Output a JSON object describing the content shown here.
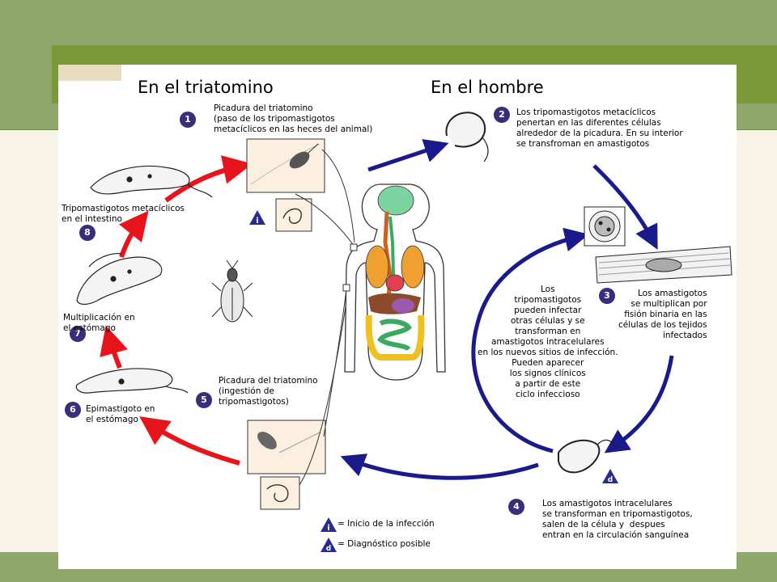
{
  "headings": {
    "triatomine": "En el triatomino",
    "human": "En el hombre"
  },
  "steps": [
    {
      "number": "1",
      "text": "Picadura del triatomino\n(paso de los tripomastigotos\nmetacíclicos en las heces del animal)"
    },
    {
      "number": "2",
      "text": "Los tripomastigotos metacíclicos\npenertan en las diferentes células\nalrededor de la picadura. En su interior\nse transfroman en amastigotos"
    },
    {
      "number": "3",
      "text": "Los amastigotos\nse multiplican por\nfisión binaria en las\ncélulas de los tejidos\ninfectados"
    },
    {
      "number": "4",
      "text": "Los amastigotos intracelulares\nse transforman en tripomastigotos,\nsalen de la célula y  despues\nentran en la circulación sanguínea"
    },
    {
      "number": "5",
      "text": "Picadura del triatomino\n(ingestión de\ntripomastigotos)"
    },
    {
      "number": "6",
      "text": "Epimastigoto en\nel estómago"
    },
    {
      "number": "7",
      "text": "Multiplicación en\nel estómago"
    },
    {
      "number": "8",
      "text": "Tripomastigotos metacíclicos\nen el intestino"
    }
  ],
  "center_note": "Los\ntripomastigotos\npueden infectar\notras células y se\ntransforman en\namastigotos intracelulares\nen los nuevos sitios de infección.\nPueden aparecer\nlos signos clínicos\na partir de este\nciclo infeccioso",
  "legend": {
    "i_symbol": "i",
    "d_symbol": "d",
    "i_text": "= Inicio de la infección",
    "d_text": "= Diagnóstico posible"
  },
  "colors": {
    "slide_green": "#8da86a",
    "slide_bar": "#7a9a3a",
    "red_arrow": "#e8141c",
    "blue_arrow": "#1a1a8c",
    "step_badge": "#3a2d7a",
    "brain": "#7bd3a0",
    "lungs": "#f0a030",
    "heart": "#e04050",
    "liver": "#8c4a2a",
    "stomach": "#9a5ab0",
    "intestine": "#3aaa60",
    "colon": "#f0c020"
  },
  "icons": [
    "triatomine-bug-icon",
    "trypanosome-icon",
    "amastigote-cell-icon",
    "human-body-icon",
    "infection-start-icon",
    "diagnosis-icon"
  ]
}
